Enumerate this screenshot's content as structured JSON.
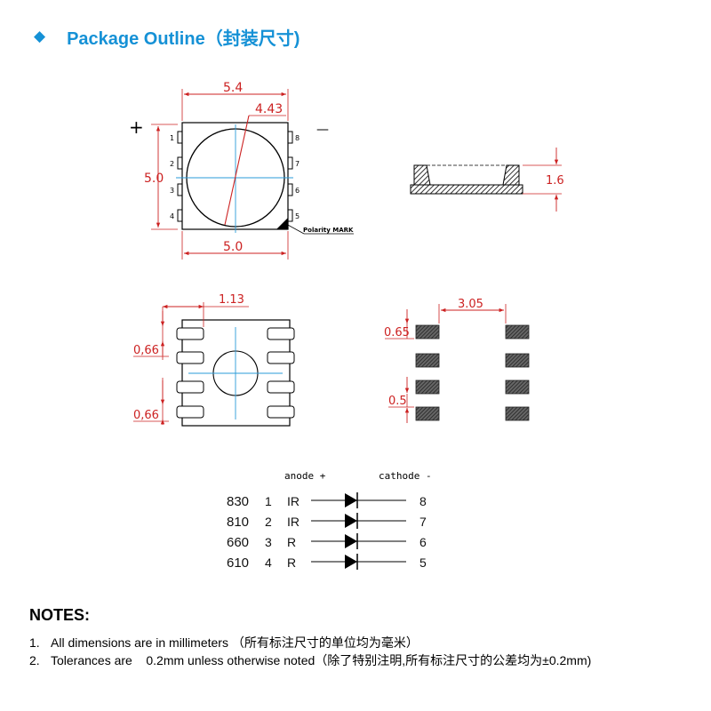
{
  "header": {
    "bullet": "◆",
    "title": "Package Outline（封装尺寸)"
  },
  "top_view": {
    "width_top": "5.4",
    "lens_diameter": "4.43",
    "height": "5.0",
    "width_bottom": "5.0",
    "plus": "+",
    "minus": "—",
    "pins_left": [
      "1",
      "2",
      "3",
      "4"
    ],
    "pins_right": [
      "8",
      "7",
      "6",
      "5"
    ],
    "polarity_label": "Polarity MARK"
  },
  "side_view": {
    "thickness": "1.6"
  },
  "bottom_view": {
    "offset": "1.13",
    "pad_top": "0,66",
    "pad_bottom": "0,66"
  },
  "footprint": {
    "spacing": "3.05",
    "pad_height": "0.65",
    "pitch": "0.5"
  },
  "wiring": {
    "anode_label": "anode +",
    "cathode_label": "cathode -",
    "rows": [
      {
        "wavelength": "830",
        "pin": "1",
        "color": "IR",
        "cathode_pin": "8"
      },
      {
        "wavelength": "810",
        "pin": "2",
        "color": "IR",
        "cathode_pin": "7"
      },
      {
        "wavelength": "660",
        "pin": "3",
        "color": "R",
        "cathode_pin": "6"
      },
      {
        "wavelength": "610",
        "pin": "4",
        "color": "R",
        "cathode_pin": "5"
      }
    ]
  },
  "notes": {
    "title": "NOTES:",
    "items": [
      {
        "num": "1.",
        "text": "All dimensions are in millimeters （所有标注尺寸的单位均为毫米）"
      },
      {
        "num": "2.",
        "text": "Tolerances are    0.2mm unless otherwise noted（除了特别注明,所有标注尺寸的公差均为±0.2mm)"
      }
    ]
  },
  "colors": {
    "title": "#1591d6",
    "dimension": "#cc2222",
    "centerline": "#2a9bd8",
    "hatch": "#333333"
  }
}
